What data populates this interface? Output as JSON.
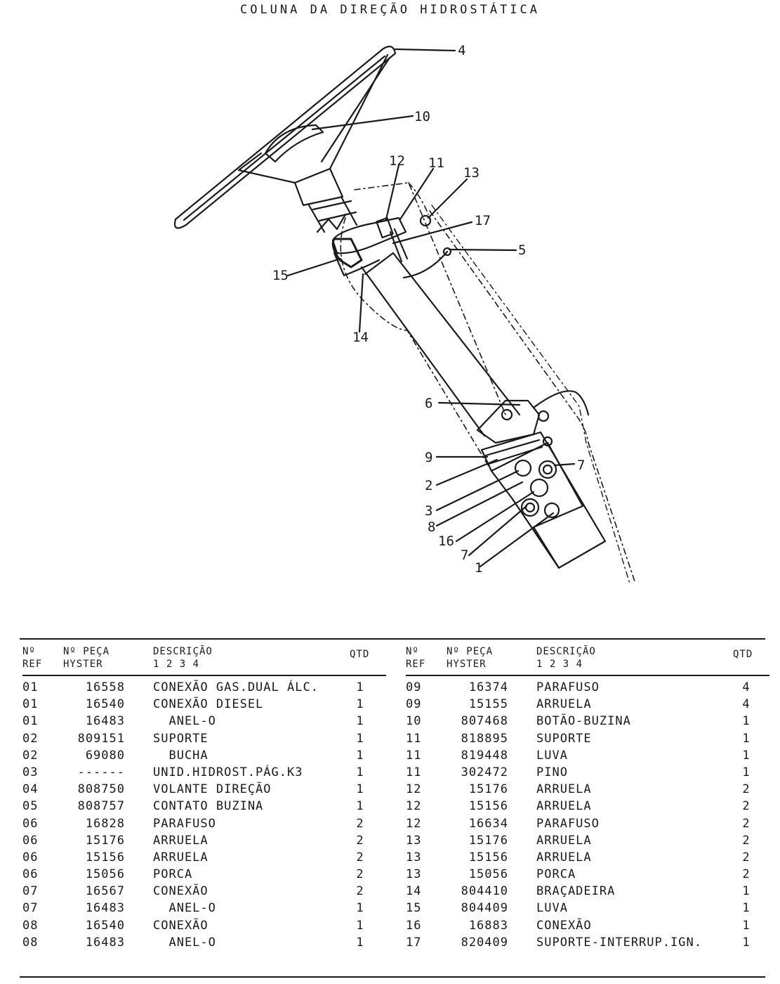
{
  "title": "COLUNA DA DIREÇÃO HIDROSTÁTICA",
  "diagram": {
    "callouts": [
      "4",
      "10",
      "12",
      "11",
      "13",
      "17",
      "5",
      "15",
      "14",
      "6",
      "9",
      "2",
      "3",
      "8",
      "16",
      "7",
      "7",
      "1"
    ]
  },
  "table": {
    "headers": {
      "ref_1": "Nº",
      "ref_2": "REF",
      "part_1": "Nº PEÇA",
      "part_2": "HYSTER",
      "desc_1": "DESCRIÇÃO",
      "desc_2": "1  2  3  4",
      "qty": "QTD"
    },
    "left_rows": [
      {
        "ref": "01",
        "part": "16558",
        "desc": "CONEXÃO GAS.DUAL ÁLC.",
        "qty": "1"
      },
      {
        "ref": "01",
        "part": "16540",
        "desc": "CONEXÃO DIESEL",
        "qty": "1"
      },
      {
        "ref": "01",
        "part": "16483",
        "desc": "  ANEL-O",
        "qty": "1"
      },
      {
        "ref": "02",
        "part": "809151",
        "desc": "SUPORTE",
        "qty": "1"
      },
      {
        "ref": "02",
        "part": "69080",
        "desc": "  BUCHA",
        "qty": "1"
      },
      {
        "ref": "03",
        "part": "------",
        "desc": "UNID.HIDROST.PÁG.K3",
        "qty": "1"
      },
      {
        "ref": "04",
        "part": "808750",
        "desc": "VOLANTE DIREÇÃO",
        "qty": "1"
      },
      {
        "ref": "05",
        "part": "808757",
        "desc": "CONTATO BUZINA",
        "qty": "1"
      },
      {
        "ref": "06",
        "part": "16828",
        "desc": "PARAFUSO",
        "qty": "2"
      },
      {
        "ref": "06",
        "part": "15176",
        "desc": "ARRUELA",
        "qty": "2"
      },
      {
        "ref": "06",
        "part": "15156",
        "desc": "ARRUELA",
        "qty": "2"
      },
      {
        "ref": "06",
        "part": "15056",
        "desc": "PORCA",
        "qty": "2"
      },
      {
        "ref": "07",
        "part": "16567",
        "desc": "CONEXÃO",
        "qty": "2"
      },
      {
        "ref": "07",
        "part": "16483",
        "desc": "  ANEL-O",
        "qty": "1"
      },
      {
        "ref": "08",
        "part": "16540",
        "desc": "CONEXÃO",
        "qty": "1"
      },
      {
        "ref": "08",
        "part": "16483",
        "desc": "  ANEL-O",
        "qty": "1"
      }
    ],
    "right_rows": [
      {
        "ref": "09",
        "part": "16374",
        "desc": "PARAFUSO",
        "qty": "4"
      },
      {
        "ref": "09",
        "part": "15155",
        "desc": "ARRUELA",
        "qty": "4"
      },
      {
        "ref": "10",
        "part": "807468",
        "desc": "BOTÃO-BUZINA",
        "qty": "1"
      },
      {
        "ref": "11",
        "part": "818895",
        "desc": "SUPORTE",
        "qty": "1"
      },
      {
        "ref": "11",
        "part": "819448",
        "desc": "LUVA",
        "qty": "1"
      },
      {
        "ref": "11",
        "part": "302472",
        "desc": "PINO",
        "qty": "1"
      },
      {
        "ref": "12",
        "part": "15176",
        "desc": "ARRUELA",
        "qty": "2"
      },
      {
        "ref": "12",
        "part": "15156",
        "desc": "ARRUELA",
        "qty": "2"
      },
      {
        "ref": "12",
        "part": "16634",
        "desc": "PARAFUSO",
        "qty": "2"
      },
      {
        "ref": "13",
        "part": "15176",
        "desc": "ARRUELA",
        "qty": "2"
      },
      {
        "ref": "13",
        "part": "15156",
        "desc": "ARRUELA",
        "qty": "2"
      },
      {
        "ref": "13",
        "part": "15056",
        "desc": "PORCA",
        "qty": "2"
      },
      {
        "ref": "14",
        "part": "804410",
        "desc": "BRAÇADEIRA",
        "qty": "1"
      },
      {
        "ref": "15",
        "part": "804409",
        "desc": "LUVA",
        "qty": "1"
      },
      {
        "ref": "16",
        "part": "16883",
        "desc": "CONEXÃO",
        "qty": "1"
      },
      {
        "ref": "17",
        "part": "820409",
        "desc": "SUPORTE-INTERRUP.IGN.",
        "qty": "1"
      }
    ]
  }
}
